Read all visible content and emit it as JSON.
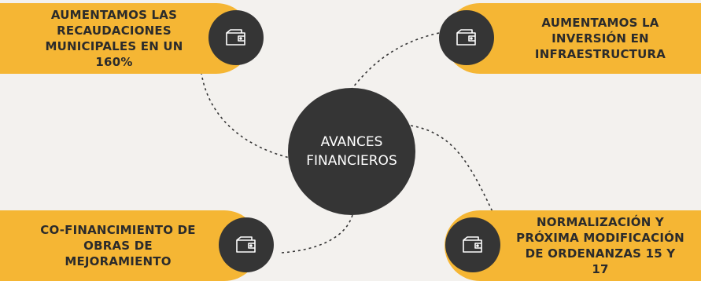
{
  "center": {
    "label": "AVANCES\nFINANCIEROS"
  },
  "items": [
    {
      "text": "AUMENTAMOS LAS\nRECAUDACIONES\nMUNICIPALES EN UN 160%",
      "icon": "wallet-icon"
    },
    {
      "text": "AUMENTAMOS LA\nINVERSIÓN EN\nINFRAESTRUCTURA",
      "icon": "wallet-icon"
    },
    {
      "text": "CO-FINANCIMIENTO DE\nOBRAS DE MEJORAMIENTO",
      "icon": "wallet-icon"
    },
    {
      "text": "NORMALIZACIÓN Y\nPRÓXIMA MODIFICACIÓN\nDE ORDENANZAS 15 Y 17",
      "icon": "wallet-icon"
    }
  ],
  "colors": {
    "accent": "#f5b634",
    "dark": "#353535",
    "background": "#f3f1ee",
    "icon_stroke": "#ffffff"
  }
}
